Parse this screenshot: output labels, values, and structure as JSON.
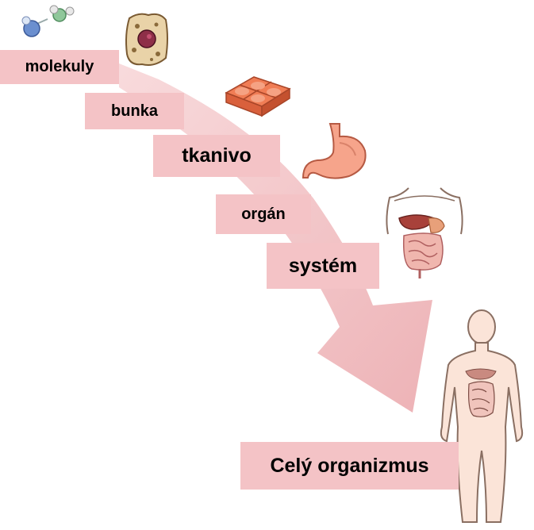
{
  "stages": {
    "molekuly": "molekuly",
    "bunka": "bunka",
    "tkanivo": "tkanivo",
    "organ": "orgán",
    "system": "systém",
    "organism": "Celý organizmus"
  },
  "colors": {
    "label_bg": "#f4c3c6",
    "arrow": "#f2c6c8",
    "tissue": "#ef7d57",
    "stomach": "#f6a58c",
    "liver": "#a8413a",
    "skin": "#fbe4d8"
  },
  "icons": [
    "molecule-icon",
    "cell-icon",
    "tissue-icon",
    "stomach-icon",
    "digestive-system-icon",
    "human-body-icon"
  ]
}
